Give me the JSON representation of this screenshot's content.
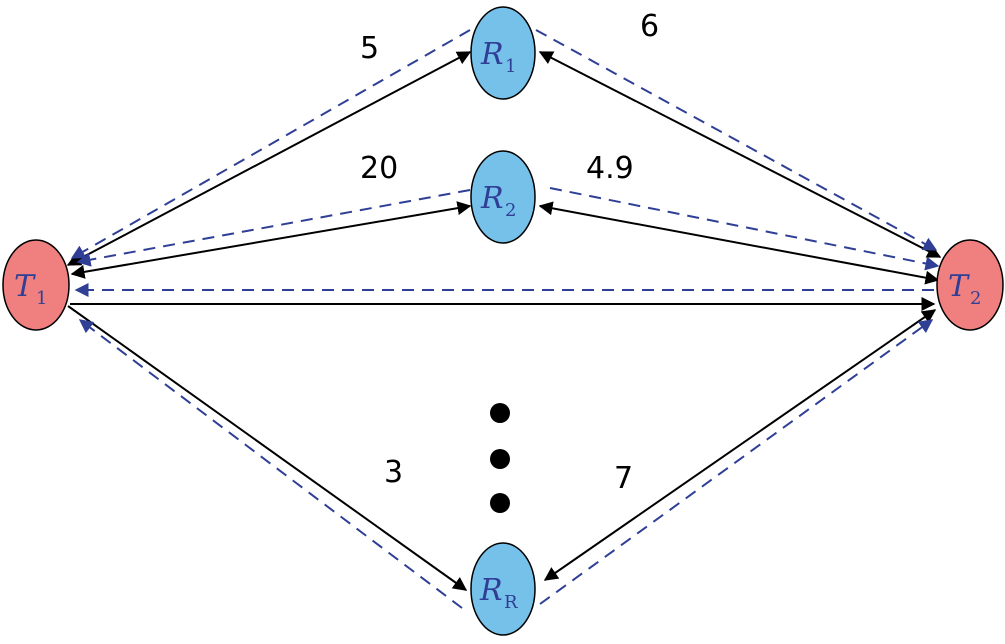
{
  "nodes": {
    "t1": {
      "symbol": "T",
      "subscript": "1",
      "color": "#f08080"
    },
    "t2": {
      "symbol": "T",
      "subscript": "2",
      "color": "#f08080"
    },
    "r1": {
      "symbol": "R",
      "subscript": "1",
      "color": "#75c1ea"
    },
    "r2": {
      "symbol": "R",
      "subscript": "2",
      "color": "#75c1ea"
    },
    "rr": {
      "symbol": "R",
      "subscript": "R",
      "color": "#75c1ea"
    }
  },
  "edge_values": {
    "t1_r1": "5",
    "r1_t2": "6",
    "t1_r2": "20",
    "r2_t2": "4.9",
    "t1_rr": "3",
    "rr_t2": "7"
  },
  "colors": {
    "solid_edge": "#000000",
    "dashed_edge": "#2f3f95",
    "ellipsis": "#000000"
  }
}
